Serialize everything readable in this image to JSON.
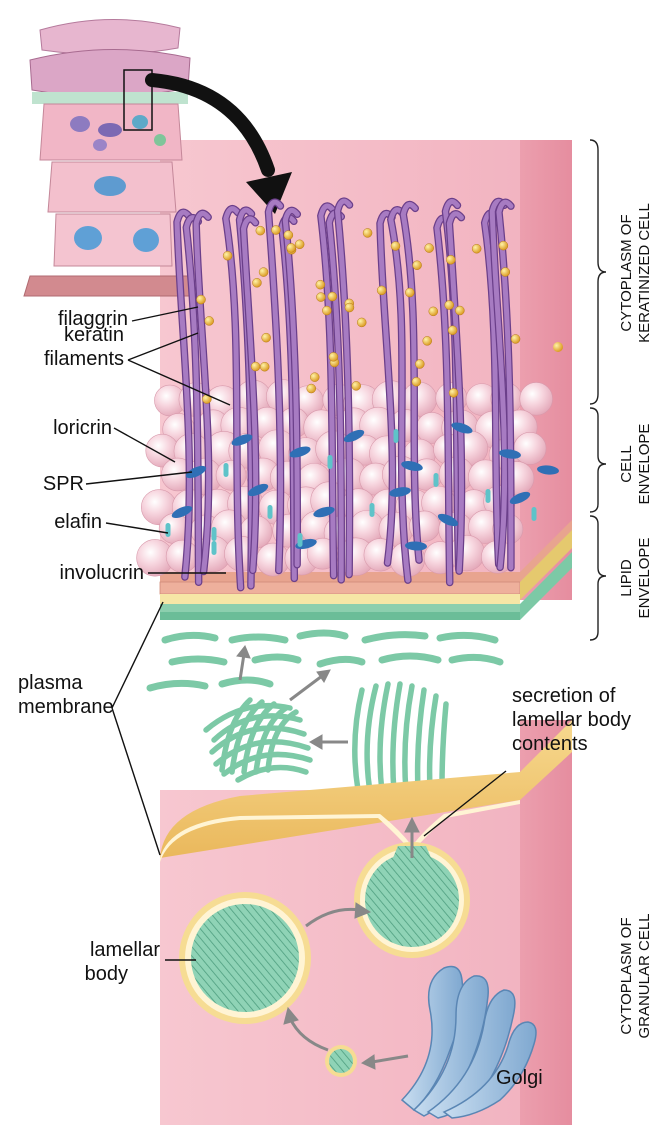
{
  "labels": {
    "filaggrin": "filaggrin",
    "keratin_line1": "keratin",
    "keratin_line2": "filaments",
    "loricrin": "loricrin",
    "spr": "SPR",
    "elafin": "elafin",
    "involucrin": "involucrin",
    "plasma_line1": "plasma",
    "plasma_line2": "membrane",
    "secretion_line1": "secretion of",
    "secretion_line2": "lamellar body",
    "secretion_line3": "contents",
    "lamellar_line1": "lamellar",
    "lamellar_line2": "body",
    "golgi": "Golgi"
  },
  "regions": {
    "keratinized_line1": "CYTOPLASM OF",
    "keratinized_line2": "KERATINIZED CELL",
    "cell_envelope_line1": "CELL",
    "cell_envelope_line2": "ENVELOPE",
    "lipid_envelope_line1": "LIPID",
    "lipid_envelope_line2": "ENVELOPE",
    "granular_line1": "CYTOPLASM OF",
    "granular_line2": "GRANULAR CELL"
  },
  "colors": {
    "cytoplasm_pink": "#f3b8c4",
    "keratin_purple": "#9b6bb5",
    "filaggrin_gold": "#f0b72a",
    "loricrin_pink": "#f6cfda",
    "spr_blue": "#2f6fb5",
    "elafin_cyan": "#5fc3c9",
    "lipid_green": "#7cc9a6",
    "membrane_yellow": "#f4cf7a",
    "golgi_blue": "#9fc2e2"
  }
}
